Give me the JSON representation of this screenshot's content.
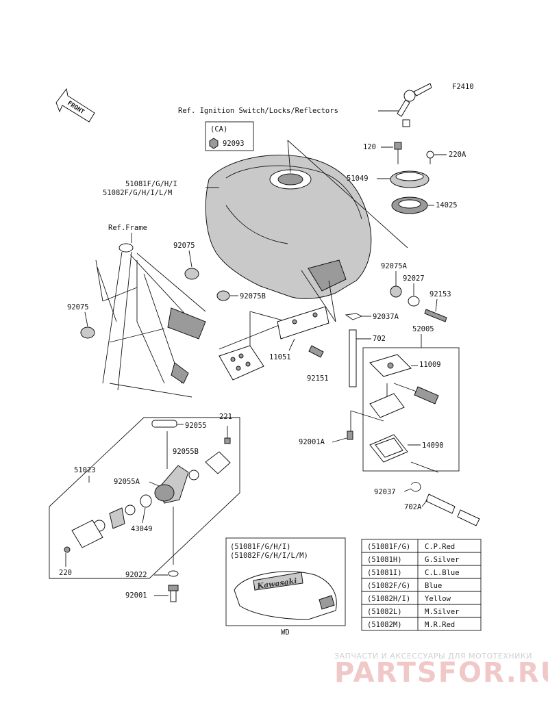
{
  "figure_id": "F2410",
  "front_arrow": "FRONT",
  "references": {
    "ignition": "Ref. Ignition Switch/Locks/Reflectors",
    "frame": "Ref.Frame"
  },
  "ca_box": {
    "title": "(CA)",
    "part": "92093"
  },
  "tank_labels": [
    "51081F/G/H/I",
    "51082F/G/H/I/L/M"
  ],
  "parts": {
    "p120": "120",
    "p220A": "220A",
    "p51049": "51049",
    "p14025": "14025",
    "p92075_top": "92075",
    "p92075_left": "92075",
    "p92075A": "92075A",
    "p92027": "92027",
    "p92153": "92153",
    "p92075B": "92075B",
    "p92037A": "92037A",
    "p702": "702",
    "p52005": "52005",
    "p11051": "11051",
    "p11009": "11009",
    "p92151": "92151",
    "p92001A": "92001A",
    "p14090": "14090",
    "p92037": "92037",
    "p702A": "702A",
    "p221": "221",
    "p92055": "92055",
    "p92055B": "92055B",
    "p51023": "51023",
    "p92055A": "92055A",
    "p43049": "43049",
    "p220": "220",
    "p92022": "92022",
    "p92001": "92001"
  },
  "wd_box": {
    "label1": "(51081F/G/H/I)",
    "label2": "(51082F/G/H/I/L/M)",
    "brand": "Kawasaki",
    "caption": "WD"
  },
  "color_table": [
    {
      "code": "(51081F/G)",
      "color": "C.P.Red"
    },
    {
      "code": "(51081H)",
      "color": "G.Silver"
    },
    {
      "code": "(51081I)",
      "color": "C.L.Blue"
    },
    {
      "code": "(51082F/G)",
      "color": "Blue"
    },
    {
      "code": "(51082H/I)",
      "color": "Yellow"
    },
    {
      "code": "(51082L)",
      "color": "M.Silver"
    },
    {
      "code": "(51082M)",
      "color": "M.R.Red"
    }
  ],
  "watermark": {
    "line1": "ЗАПЧАСТИ И АКСЕССУАРЫ ДЛЯ МОТОТЕХНИКИ",
    "line2": "PARTSFOR.RU"
  }
}
